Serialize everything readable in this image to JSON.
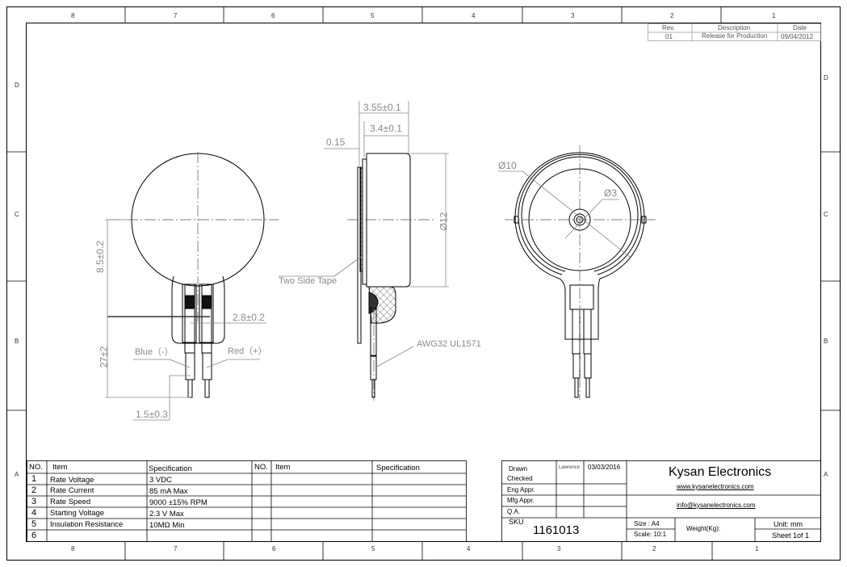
{
  "zones": {
    "top": [
      "8",
      "7",
      "6",
      "5",
      "4",
      "3",
      "2",
      "1"
    ],
    "bottom": [
      "8",
      "7",
      "6",
      "5",
      "4",
      "3",
      "2",
      "1"
    ],
    "rows": [
      "D",
      "C",
      "B",
      "A"
    ]
  },
  "revision": {
    "headers": {
      "rev": "Rev.",
      "description": "Description",
      "date": "Date"
    },
    "rows": [
      {
        "rev": "01",
        "description": "Release for Production",
        "date": "09/04/2012"
      }
    ]
  },
  "dimensions": {
    "d_3_55": "3.55±0.1",
    "d_3_4": "3.4±0.1",
    "d_0_15": "0.15",
    "d_12": "Ø12",
    "d_10": "Ø10",
    "d_3": "Ø3",
    "d_8_5": "8.5±0.2",
    "d_27": "27±2",
    "d_2_8": "2.8±0.2",
    "d_1_5": "1.5±0.3",
    "blue": "Blue（-）",
    "red": "Red（+）",
    "tape": "Two Side Tape",
    "wire": "AWG32  UL1571"
  },
  "spec_table": {
    "headers": [
      "NO.",
      "Item",
      "Specification",
      "NO.",
      "Item",
      "Specification"
    ],
    "rows": [
      {
        "no": "1",
        "item": "Rate Voltage",
        "spec": "3 VDC"
      },
      {
        "no": "2",
        "item": "Rate Current",
        "spec": "85 mA  Max"
      },
      {
        "no": "3",
        "item": "Rate Speed",
        "spec": "9000 ±15% RPM"
      },
      {
        "no": "4",
        "item": "Starting Voltage",
        "spec": "2.3 V Max"
      },
      {
        "no": "5",
        "item": "Insulation Resistance",
        "spec": "10MΩ  Min"
      },
      {
        "no": "6",
        "item": "",
        "spec": ""
      }
    ]
  },
  "title_block": {
    "drawn_label": "Drawn",
    "drawn_by": "Lawrence",
    "drawn_date": "03/03/2016",
    "checked_label": "Checked",
    "eng_label": "Eng Appr.",
    "mfg_label": "Mfg Appr.",
    "qa_label": "Q.A.",
    "sku_label": "SKU",
    "sku": "1161013",
    "company": "Kysan Electronics",
    "website": "www.kysanelectronics.com",
    "email": "info@kysanelectronics.com",
    "size": "Size : A4",
    "scale": "Scale: 10:1",
    "weight": "Weight(Kg):",
    "unit": "Unit: mm",
    "sheet": "Sheet 1of 1"
  }
}
